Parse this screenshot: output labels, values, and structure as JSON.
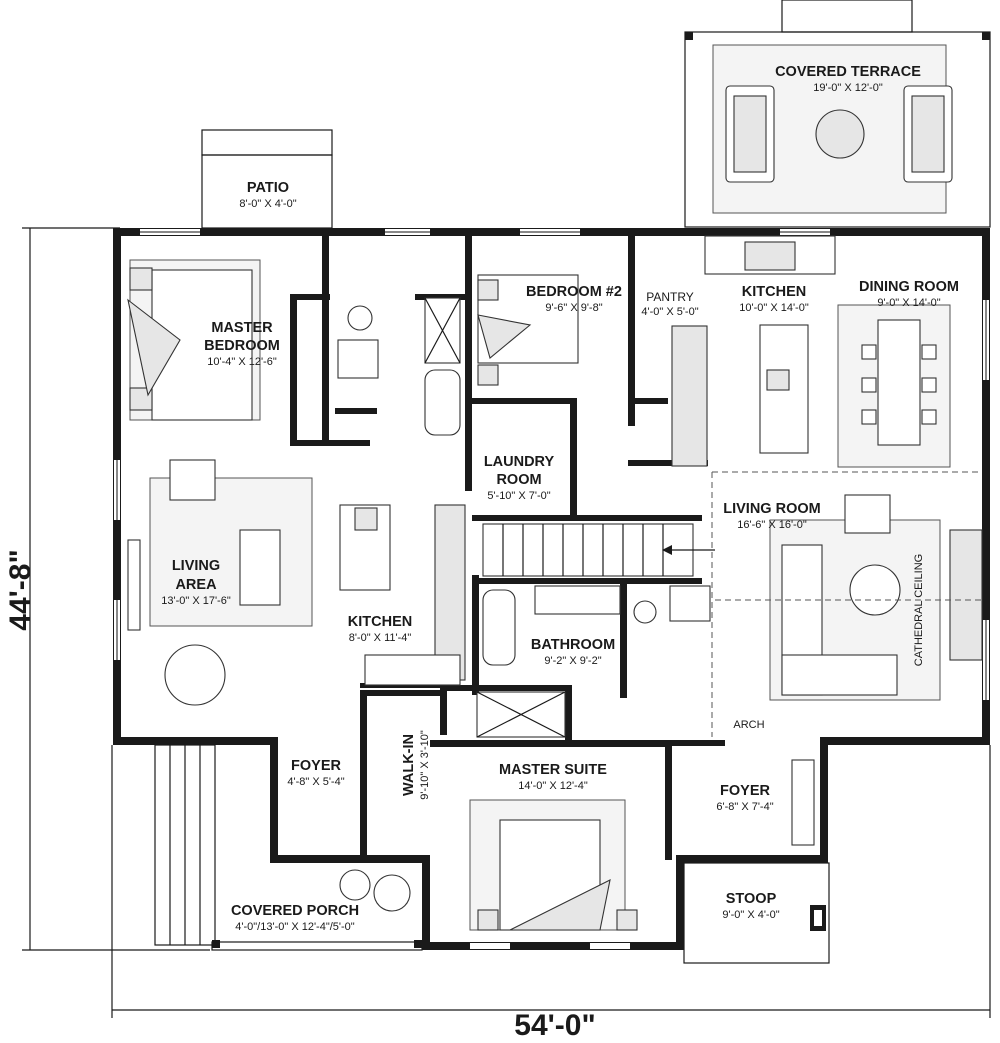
{
  "plan": {
    "overall_width": "54'-0\"",
    "overall_depth": "44'-8\"",
    "rooms": {
      "covered_terrace": {
        "name": "COVERED TERRACE",
        "size": "19'-0\" X 12'-0\""
      },
      "patio": {
        "name": "PATIO",
        "size": "8'-0\" X 4'-0\""
      },
      "master_bedroom": {
        "name_line1": "MASTER",
        "name_line2": "BEDROOM",
        "size": "10'-4\" X 12'-6\""
      },
      "bedroom2": {
        "name": "BEDROOM #2",
        "size": "9'-6\" X 9'-8\""
      },
      "pantry": {
        "name": "PANTRY",
        "size": "4'-0\" X 5'-0\""
      },
      "kitchen_east": {
        "name": "KITCHEN",
        "size": "10'-0\" X 14'-0\""
      },
      "dining_room": {
        "name": "DINING ROOM",
        "size": "9'-0\" X 14'-0\""
      },
      "laundry": {
        "name_line1": "LAUNDRY",
        "name_line2": "ROOM",
        "size": "5'-10\" X 7'-0\""
      },
      "living_room": {
        "name": "LIVING ROOM",
        "size": "16'-6\" X 16'-0\""
      },
      "living_area": {
        "name_line1": "LIVING",
        "name_line2": "AREA",
        "size": "13'-0\" X 17'-6\""
      },
      "kitchen_west": {
        "name": "KITCHEN",
        "size": "8'-0\" X 11'-4\""
      },
      "bathroom": {
        "name": "BATHROOM",
        "size": "9'-2\" X 9'-2\""
      },
      "cathedral": {
        "name": "CATHEDRAL CEILING"
      },
      "arch": {
        "name": "ARCH"
      },
      "foyer_west": {
        "name": "FOYER",
        "size": "4'-8\" X 5'-4\""
      },
      "walk_in": {
        "name": "WALK-IN",
        "size": "9'-10\" X 3'-10\""
      },
      "master_suite": {
        "name": "MASTER SUITE",
        "size": "14'-0\" X 12'-4\""
      },
      "foyer_east": {
        "name": "FOYER",
        "size": "6'-8\" X 7'-4\""
      },
      "covered_porch": {
        "name": "COVERED PORCH",
        "size": "4'-0\"/13'-0\" X 12'-4\"/5'-0\""
      },
      "stoop": {
        "name": "STOOP",
        "size": "9'-0\" X 4'-0\""
      }
    }
  }
}
